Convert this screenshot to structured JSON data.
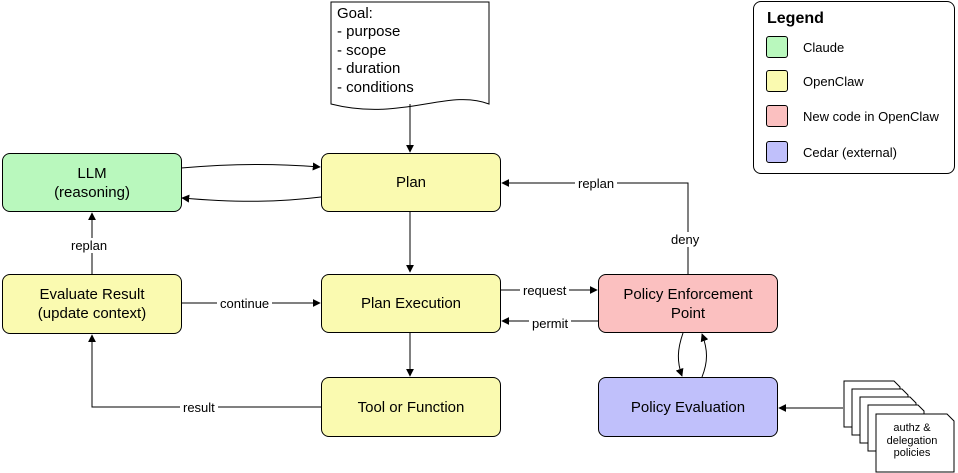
{
  "goal": {
    "lines": [
      "Goal:",
      "- purpose",
      "- scope",
      "- duration",
      "- conditions"
    ]
  },
  "nodes": {
    "llm": "LLM\n(reasoning)",
    "plan": "Plan",
    "evaluate": "Evaluate Result\n(update context)",
    "execution": "Plan Execution",
    "tool": "Tool or Function",
    "pep": "Policy Enforcement\nPoint",
    "policy_eval": "Policy Evaluation",
    "policies": "authz &\ndelegation\npolicies"
  },
  "edges": {
    "replan_top": "replan",
    "deny": "deny",
    "replan_left": "replan",
    "continue": "continue",
    "request": "request",
    "permit": "permit",
    "result": "result"
  },
  "legend": {
    "title": "Legend",
    "items": [
      {
        "label": "Claude",
        "color": "#b9f8bd"
      },
      {
        "label": "OpenClaw",
        "color": "#fafab0"
      },
      {
        "label": "New code in OpenClaw",
        "color": "#fbc0c0"
      },
      {
        "label": "Cedar (external)",
        "color": "#c0c0fb"
      }
    ]
  }
}
